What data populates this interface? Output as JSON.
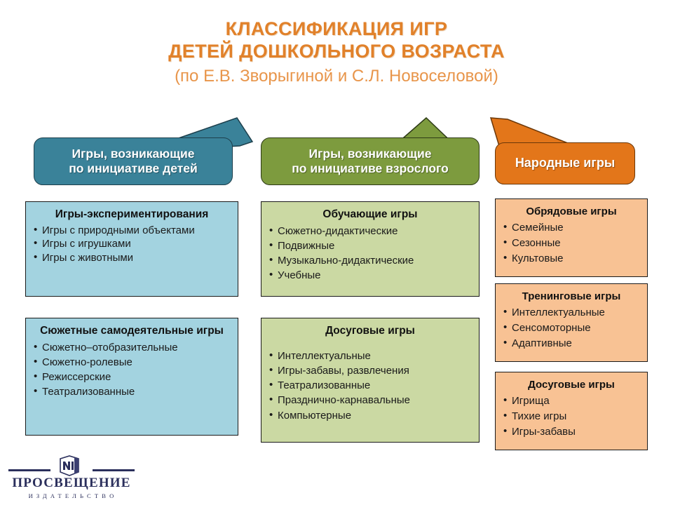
{
  "title": {
    "line1": "КЛАССИФИКАЦИЯ ИГР",
    "line2": "ДЕТЕЙ ДОШКОЛЬНОГО ВОЗРАСТА",
    "subtitle": "(по Е.В. Зворыгиной и С.Л. Новоселовой)"
  },
  "colors": {
    "title_orange": "#E1812A",
    "subtitle_orange": "#E8954A",
    "banner_blue": "#3A8299",
    "banner_green": "#7D9B3E",
    "banner_orange": "#E3761A",
    "card_blue": "#A3D3E0",
    "card_green": "#CBD9A3",
    "card_orange": "#F8C294",
    "logo_navy": "#2B2F5C"
  },
  "columns": [
    {
      "id": "children-initiative",
      "banner": "Игры, возникающие\nпо инициативе детей",
      "banner_line1": "Игры, возникающие",
      "banner_line2": "по инициативе детей",
      "cards": [
        {
          "title": "Игры-экспериментирования",
          "items": [
            "Игры с природными объектами",
            "Игры с игрушками",
            "Игры с животными"
          ]
        },
        {
          "title": "Сюжетные самодеятельные игры",
          "items": [
            "Сюжетно–отобразительные",
            "Сюжетно-ролевые",
            "Режиссерские",
            "Театрализованные"
          ]
        }
      ]
    },
    {
      "id": "adult-initiative",
      "banner": "Игры, возникающие\nпо инициативе взрослого",
      "banner_line1": "Игры, возникающие",
      "banner_line2": "по инициативе взрослого",
      "cards": [
        {
          "title": "Обучающие игры",
          "items": [
            "Сюжетно-дидактические",
            "Подвижные",
            "Музыкально-дидактические",
            "Учебные"
          ]
        },
        {
          "title": "Досуговые игры",
          "items": [
            "Интеллектуальные",
            "Игры-забавы, развлечения",
            "Театрализованные",
            "Празднично-карнавальные",
            "Компьютерные"
          ]
        }
      ]
    },
    {
      "id": "folk-games",
      "banner": "Народные игры",
      "banner_line1": "Народные игры",
      "banner_line2": "",
      "cards": [
        {
          "title": "Обрядовые игры",
          "items": [
            "Семейные",
            "Сезонные",
            "Культовые"
          ]
        },
        {
          "title": "Тренинговые игры",
          "items": [
            "Интеллектуальные",
            "Сенсомоторные",
            "Адаптивные"
          ]
        },
        {
          "title": "Досуговые игры",
          "items": [
            "Игрища",
            "Тихие игры",
            "Игры-забавы"
          ]
        }
      ]
    }
  ],
  "logo": {
    "monogram": "ИП",
    "name": "ПРОСВЕЩЕНИЕ",
    "tagline": "ИЗДАТЕЛЬСТВО"
  }
}
